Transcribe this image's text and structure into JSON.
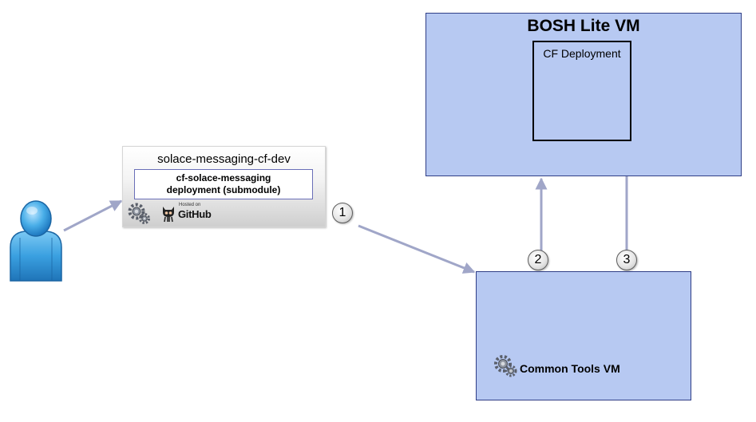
{
  "bosh_vm": {
    "title": "BOSH Lite VM",
    "inner_label": "CF Deployment"
  },
  "common_tools_vm": {
    "label": "Common Tools VM",
    "icon": "gear-icon"
  },
  "repo": {
    "title": "solace-messaging-cf-dev",
    "submodule_line1": "cf-solace-messaging",
    "submodule_line2": "deployment (submodule)",
    "hosted_text": "Hosted on",
    "github_text": "GitHub",
    "icons": [
      "gear-icon",
      "github-octocat-icon"
    ]
  },
  "steps": [
    "1",
    "2",
    "3"
  ],
  "user": {
    "icon": "user-icon"
  },
  "colors": {
    "vm_fill": "#b7c9f2",
    "vm_border": "#2f3e86",
    "arrow": "#a0a6c8",
    "user": "#3aa0e0"
  }
}
